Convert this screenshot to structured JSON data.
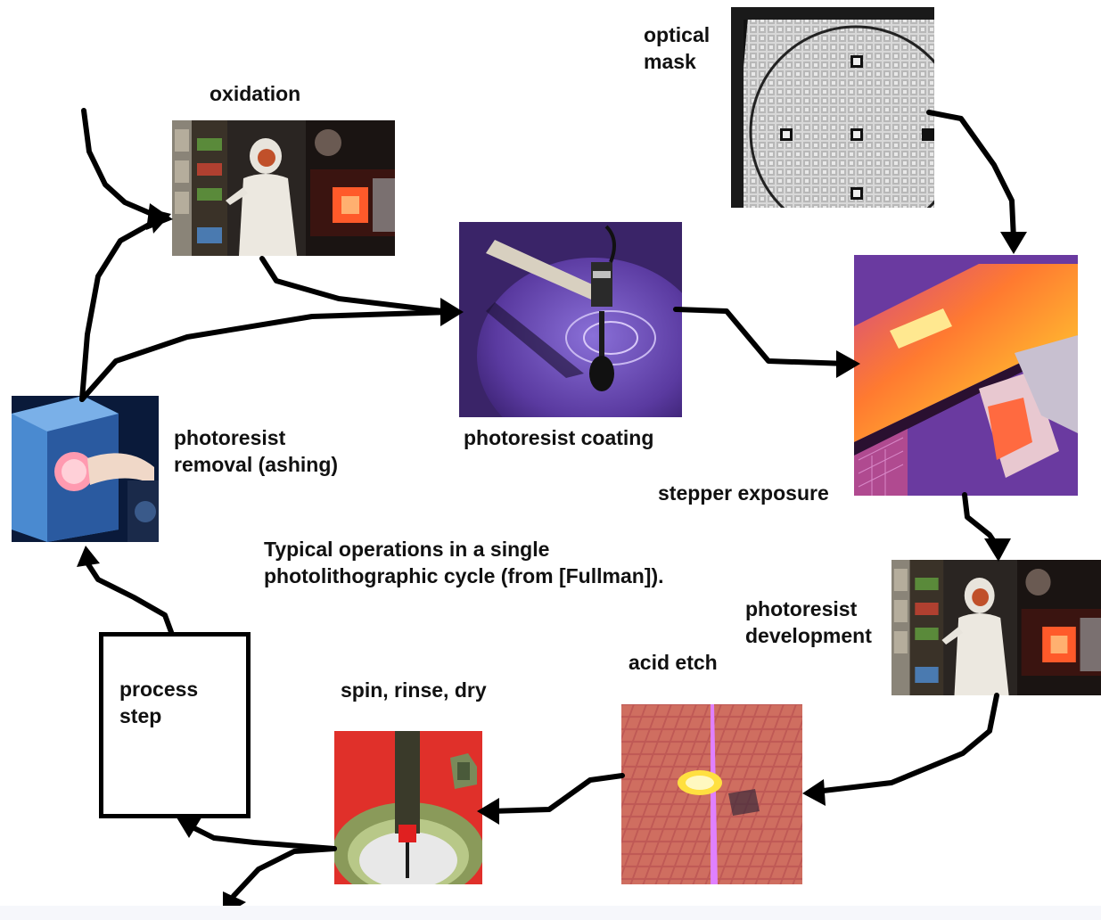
{
  "labels": {
    "oxidation": "oxidation",
    "optical_mask": "optical\nmask",
    "photoresist_coating": "photoresist coating",
    "stepper_exposure": "stepper exposure",
    "photoresist_removal": "photoresist\nremoval (ashing)",
    "photoresist_development": "photoresist\ndevelopment",
    "acid_etch": "acid etch",
    "spin_rinse_dry": "spin, rinse, dry",
    "process_step": "process\nstep"
  },
  "caption": "Typical operations in a single\nphotolithographic cycle (from [Fullman]).",
  "colors": {
    "arrow": "#000000",
    "background": "#ffffff"
  }
}
